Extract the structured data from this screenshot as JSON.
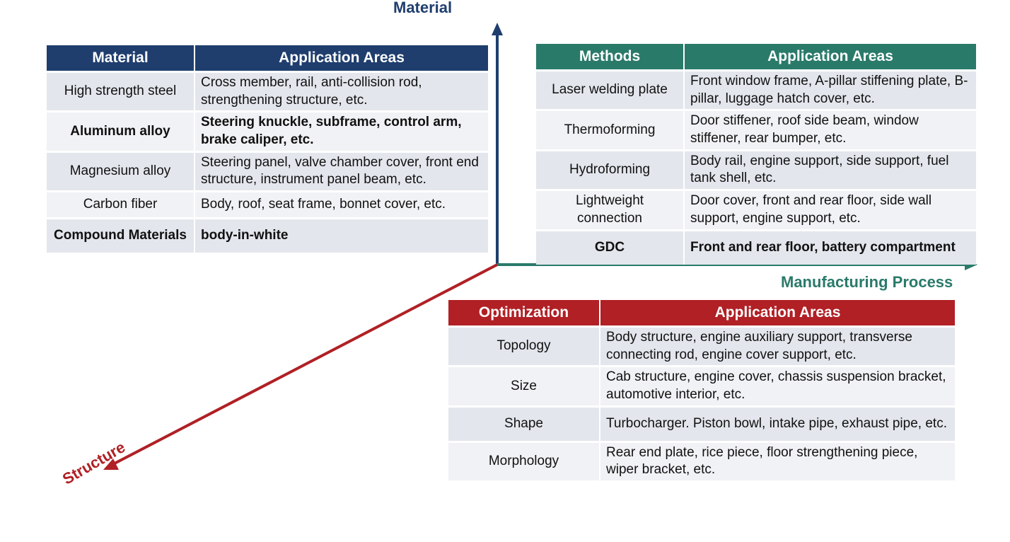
{
  "axes": {
    "material": "Material",
    "manufacturing": "Manufacturing Process",
    "structure": "Structure",
    "colors": {
      "material": "#1f3e6e",
      "manufacturing": "#2a7a6a",
      "structure": "#b02025"
    }
  },
  "material_table": {
    "header": [
      "Material",
      "Application Areas"
    ],
    "rows": [
      {
        "k": "High strength steel",
        "v": "Cross member, rail, anti-collision rod, strengthening structure, etc.",
        "bold": false
      },
      {
        "k": "Aluminum alloy",
        "v": "Steering knuckle, subframe, control arm, brake caliper, etc.",
        "bold": true
      },
      {
        "k": "Magnesium alloy",
        "v": "Steering panel, valve chamber cover, front end structure, instrument panel beam, etc.",
        "bold": false
      },
      {
        "k": "Carbon fiber",
        "v": "Body, roof, seat frame, bonnet cover, etc.",
        "bold": false
      },
      {
        "k": "Compound Materials",
        "v": "body-in-white",
        "bold": true
      }
    ]
  },
  "methods_table": {
    "header": [
      "Methods",
      "Application Areas"
    ],
    "rows": [
      {
        "k": "Laser welding plate",
        "v": "Front window frame, A-pillar stiffening plate, B-pillar, luggage hatch cover, etc.",
        "bold": false
      },
      {
        "k": "Thermoforming",
        "v": "Door stiffener, roof side beam, window stiffener, rear bumper, etc.",
        "bold": false
      },
      {
        "k": "Hydroforming",
        "v": "Body rail, engine support, side support, fuel tank shell, etc.",
        "bold": false
      },
      {
        "k": "Lightweight connection",
        "v": "Door cover, front and rear floor, side wall support, engine support, etc.",
        "bold": false
      },
      {
        "k": "GDC",
        "v": "Front and rear floor, battery compartment",
        "bold": true
      }
    ]
  },
  "optimization_table": {
    "header": [
      "Optimization",
      "Application Areas"
    ],
    "rows": [
      {
        "k": "Topology",
        "v": "Body structure, engine auxiliary support, transverse connecting rod, engine cover support, etc.",
        "bold": false
      },
      {
        "k": "Size",
        "v": "Cab structure, engine cover, chassis suspension bracket, automotive interior, etc.",
        "bold": false
      },
      {
        "k": "Shape",
        "v": "Turbocharger. Piston bowl, intake pipe, exhaust pipe, etc.",
        "bold": false
      },
      {
        "k": "Morphology",
        "v": "Rear end plate, rice piece, floor strengthening piece, wiper bracket, etc.",
        "bold": false
      }
    ]
  }
}
